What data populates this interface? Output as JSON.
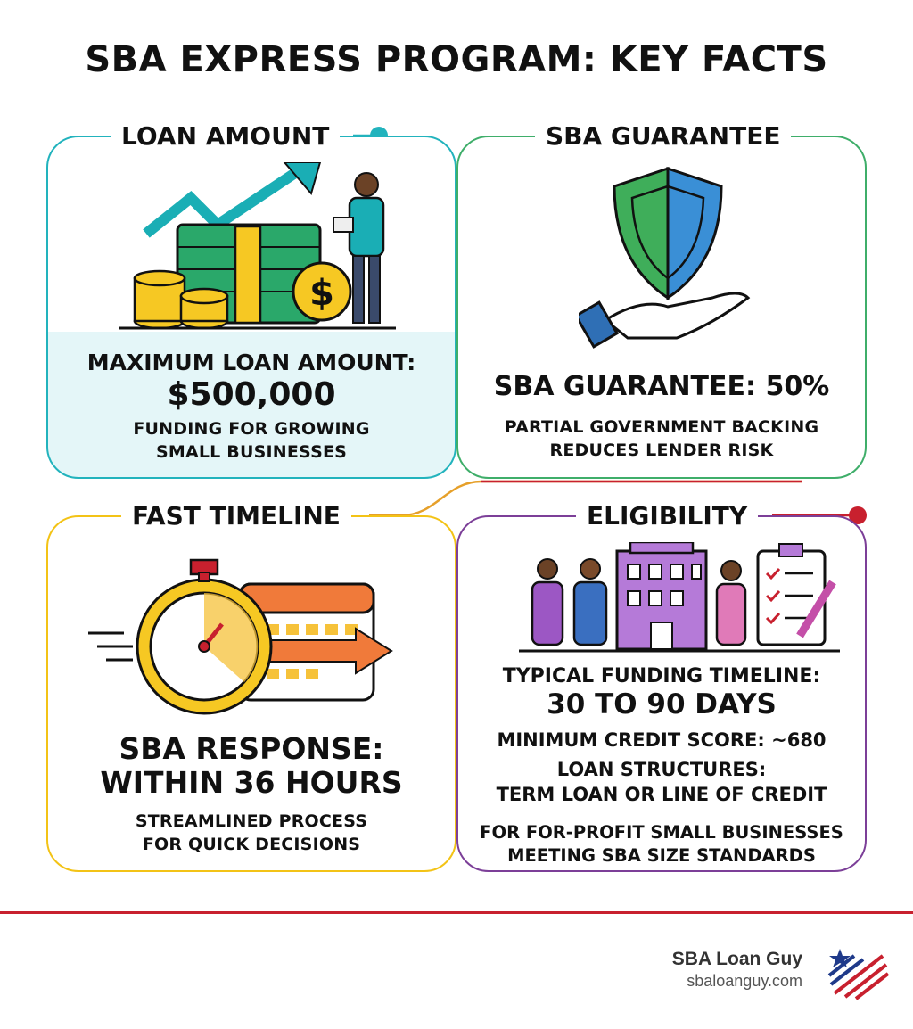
{
  "title": "SBA EXPRESS PROGRAM: KEY FACTS",
  "loan_amount": {
    "heading": "LOAN AMOUNT",
    "label": "MAXIMUM LOAN AMOUNT:",
    "value": "$500,000",
    "description_line1": "FUNDING FOR GROWING",
    "description_line2": "SMALL BUSINESSES"
  },
  "sba_guarantee": {
    "heading": "SBA GUARANTEE",
    "value": "SBA GUARANTEE: 50%",
    "description_line1": "PARTIAL GOVERNMENT BACKING",
    "description_line2": "REDUCES LENDER RISK"
  },
  "fast_timeline": {
    "heading": "FAST TIMELINE",
    "value_line1": "SBA RESPONSE:",
    "value_line2": "WITHIN 36 HOURS",
    "description_line1": "STREAMLINED PROCESS",
    "description_line2": "FOR QUICK DECISIONS"
  },
  "eligibility": {
    "heading": "ELIGIBILITY",
    "timeline_label": "TYPICAL FUNDING TIMELINE:",
    "timeline_value": "30 TO 90 DAYS",
    "credit_score": "MINIMUM CREDIT SCORE: ~680",
    "structures_label": "LOAN STRUCTURES:",
    "structures_value": "TERM LOAN OR LINE OF CREDIT",
    "description_line1": "FOR FOR-PROFIT SMALL BUSINESSES",
    "description_line2": "MEETING SBA SIZE STANDARDS"
  },
  "footer": {
    "brand_name": "SBA Loan Guy",
    "brand_url": "sbaloanguy.com"
  },
  "colors": {
    "loan": "#22b3bd",
    "guarantee": "#3fae6a",
    "timeline": "#f3c316",
    "eligibility": "#7c3f98",
    "accent_red": "#c8202e"
  },
  "icons": [
    "money-growth-icon",
    "shield-hand-icon",
    "stopwatch-calendar-icon",
    "people-building-checklist-icon",
    "flag-logo-icon"
  ]
}
